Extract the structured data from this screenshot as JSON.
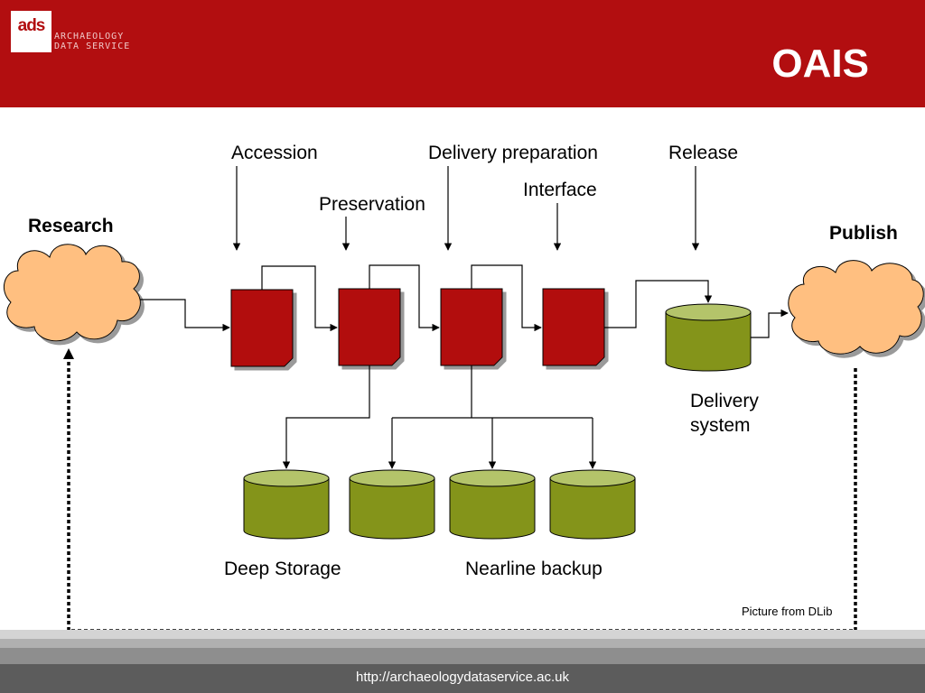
{
  "header": {
    "logo_mark": "ads",
    "logo_line1": "ARCHAEOLOGY",
    "logo_line2": "DATA SERVICE",
    "title": "OAIS"
  },
  "labels": {
    "accession": "Accession",
    "preservation": "Preservation",
    "delivery_preparation": "Delivery preparation",
    "interface": "Interface",
    "release": "Release",
    "research": "Research",
    "publish": "Publish",
    "delivery_system_line1": "Delivery",
    "delivery_system_line2": "system",
    "deep_storage": "Deep Storage",
    "nearline_backup": "Nearline backup",
    "caption": "Picture from DLib"
  },
  "footer": {
    "url": "http://archaeologydataservice.ac.uk"
  },
  "colors": {
    "header": "#b20e10",
    "document": "#b20e10",
    "cylinder": "#84941a",
    "cylinder_top": "#b4c46a",
    "cloud": "#ffbf80"
  }
}
